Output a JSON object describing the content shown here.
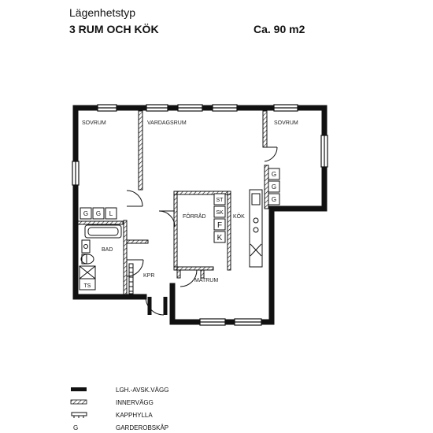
{
  "header": {
    "type_label": "Lägenhetstyp",
    "type_value": "3 RUM OCH KÖK",
    "area": "Ca. 90 m2"
  },
  "rooms": {
    "sovrum_left": "SOVRUM",
    "vardagsrum": "VARDAGSRUM",
    "sovrum_right": "SOVRUM",
    "forrad": "FÖRRÅD",
    "kok": "KÖK",
    "bad": "BAD",
    "kpr": "KPR",
    "matrum": "MATRUM"
  },
  "fixtures": {
    "g": "G",
    "l": "L",
    "st": "ST",
    "sk": "SK",
    "f": "F",
    "k": "K",
    "ts": "TS"
  },
  "legend": [
    {
      "symbol": "",
      "label": "LGH.-AVSK.VÄGG"
    },
    {
      "symbol": "",
      "label": "INNERVÄGG"
    },
    {
      "symbol": "",
      "label": "KAPPHYLLA"
    },
    {
      "symbol": "G",
      "label": "GARDEROBSKÅP"
    }
  ],
  "colors": {
    "wall": "#111111",
    "background": "#ffffff"
  }
}
